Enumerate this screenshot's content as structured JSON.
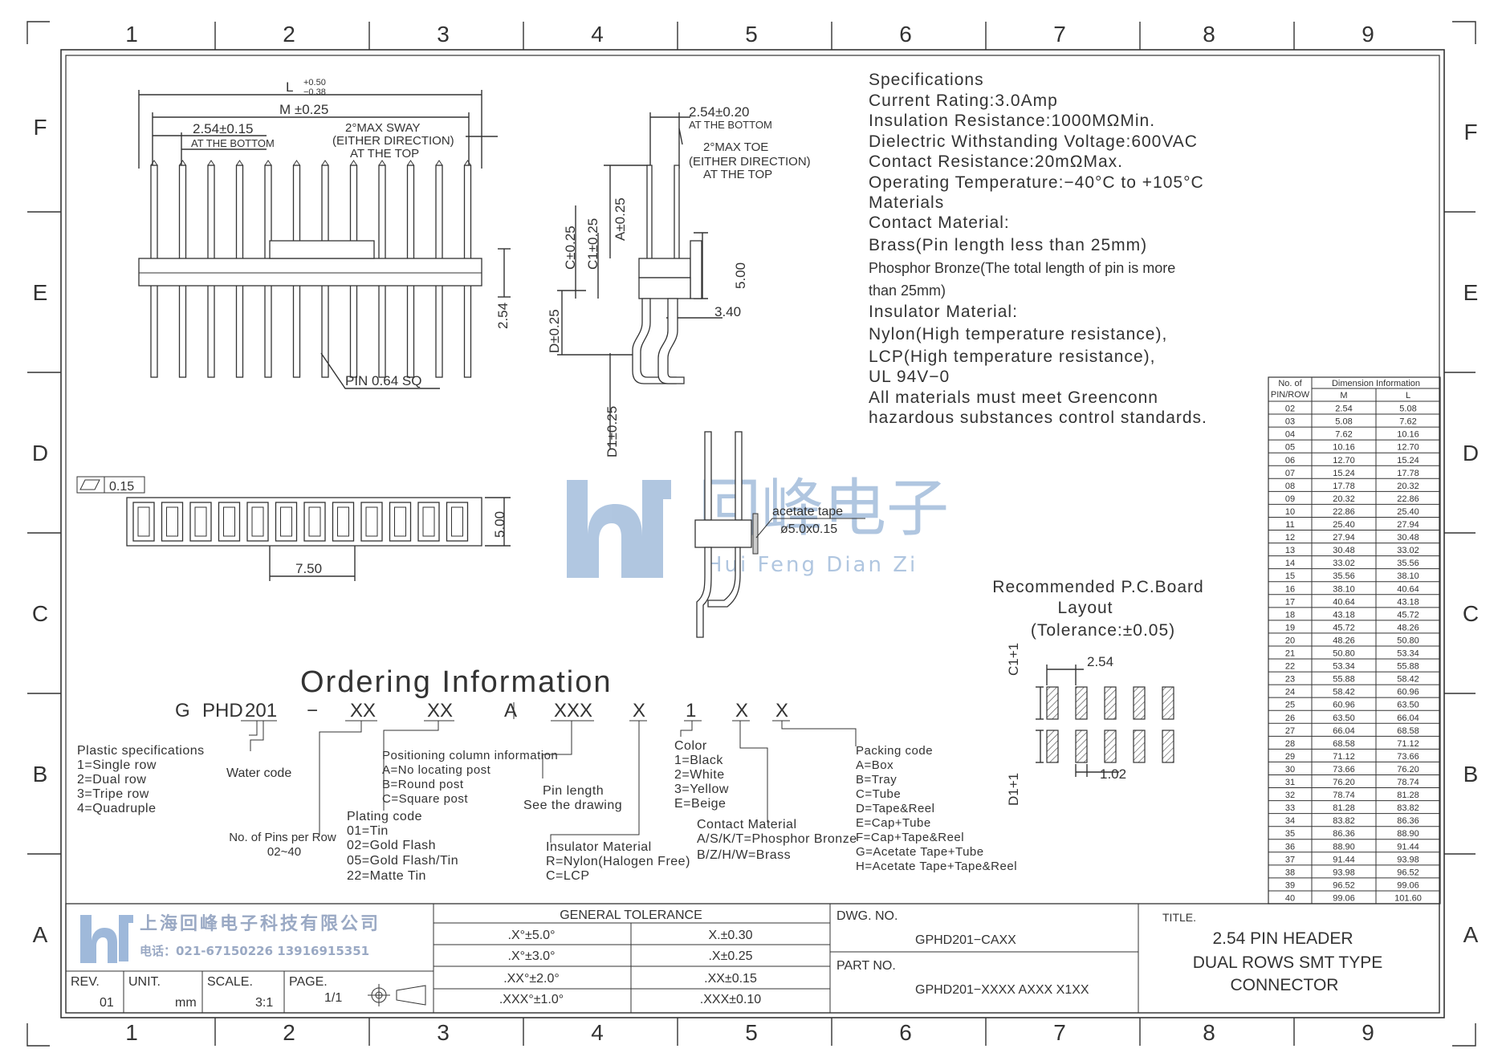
{
  "border": {
    "columns": [
      "1",
      "2",
      "3",
      "4",
      "5",
      "6",
      "7",
      "8",
      "9"
    ],
    "rows": [
      "F",
      "E",
      "D",
      "C",
      "B",
      "A"
    ]
  },
  "front_view": {
    "dim_L": "L",
    "dim_L_tol_plus": "+0.50",
    "dim_L_tol_minus": "−0.38",
    "dim_M": "M ±0.25",
    "dim_pitch": "2.54±0.15",
    "dim_pitch_note": "AT THE BOTTOM",
    "sway_1": "2°MAX SWAY",
    "sway_2": "(EITHER DIRECTION)",
    "sway_3": "AT THE TOP",
    "dim_254": "2.54",
    "pin_note": "PIN 0.64 SQ"
  },
  "side_view": {
    "dim_pitch": "2.54±0.20",
    "dim_pitch_note": "AT THE BOTTOM",
    "toe_1": "2°MAX TOE",
    "toe_2": "(EITHER DIRECTION)",
    "toe_3": "AT THE TOP",
    "dim_A": "A±0.25",
    "dim_C": "C±0.25",
    "dim_C1": "C1±0.25",
    "dim_D": "D±0.25",
    "dim_D1": "D1±0.25",
    "dim_500": "5.00",
    "dim_340": "3.40"
  },
  "bottom_view": {
    "flatness_value": "0.15",
    "dim_500": "5.00",
    "dim_750": "7.50"
  },
  "tape_view": {
    "label_1": "acetate tape",
    "label_2": "ø5.0x0.15"
  },
  "watermark": {
    "cn": "回峰电子",
    "en": "Hui Feng Dian Zi"
  },
  "specifications": [
    "Specifications",
    "Current Rating:3.0Amp",
    "Insulation Resistance:1000MΩMin.",
    "Dielectric Withstanding Voltage:600VAC",
    "Contact Resistance:20mΩMax.",
    "Operating Temperature:−40°C to +105°C",
    "Materials",
    "Contact Material:",
    "Brass(Pin length less than 25mm)",
    "Phosphor Bronze(The total length of pin is more",
    "than 25mm)",
    "Insulator Material:",
    "Nylon(High temperature resistance),",
    "LCP(High temperature resistance),",
    "UL 94V−0",
    "All materials must meet Greenconn",
    "hazardous substances control standards."
  ],
  "dimension_table": {
    "header_pin": "No. of",
    "header_pin2": "PIN/ROW",
    "header_dim": "Dimension Information",
    "col_M": "M",
    "col_L": "L",
    "rows": [
      [
        "02",
        "2.54",
        "5.08"
      ],
      [
        "03",
        "5.08",
        "7.62"
      ],
      [
        "04",
        "7.62",
        "10.16"
      ],
      [
        "05",
        "10.16",
        "12.70"
      ],
      [
        "06",
        "12.70",
        "15.24"
      ],
      [
        "07",
        "15.24",
        "17.78"
      ],
      [
        "08",
        "17.78",
        "20.32"
      ],
      [
        "09",
        "20.32",
        "22.86"
      ],
      [
        "10",
        "22.86",
        "25.40"
      ],
      [
        "11",
        "25.40",
        "27.94"
      ],
      [
        "12",
        "27.94",
        "30.48"
      ],
      [
        "13",
        "30.48",
        "33.02"
      ],
      [
        "14",
        "33.02",
        "35.56"
      ],
      [
        "15",
        "35.56",
        "38.10"
      ],
      [
        "16",
        "38.10",
        "40.64"
      ],
      [
        "17",
        "40.64",
        "43.18"
      ],
      [
        "18",
        "43.18",
        "45.72"
      ],
      [
        "19",
        "45.72",
        "48.26"
      ],
      [
        "20",
        "48.26",
        "50.80"
      ],
      [
        "21",
        "50.80",
        "53.34"
      ],
      [
        "22",
        "53.34",
        "55.88"
      ],
      [
        "23",
        "55.88",
        "58.42"
      ],
      [
        "24",
        "58.42",
        "60.96"
      ],
      [
        "25",
        "60.96",
        "63.50"
      ],
      [
        "26",
        "63.50",
        "66.04"
      ],
      [
        "27",
        "66.04",
        "68.58"
      ],
      [
        "28",
        "68.58",
        "71.12"
      ],
      [
        "29",
        "71.12",
        "73.66"
      ],
      [
        "30",
        "73.66",
        "76.20"
      ],
      [
        "31",
        "76.20",
        "78.74"
      ],
      [
        "32",
        "78.74",
        "81.28"
      ],
      [
        "33",
        "81.28",
        "83.82"
      ],
      [
        "34",
        "83.82",
        "86.36"
      ],
      [
        "35",
        "86.36",
        "88.90"
      ],
      [
        "36",
        "88.90",
        "91.44"
      ],
      [
        "37",
        "91.44",
        "93.98"
      ],
      [
        "38",
        "93.98",
        "96.52"
      ],
      [
        "39",
        "96.52",
        "99.06"
      ],
      [
        "40",
        "99.06",
        "101.60"
      ]
    ]
  },
  "pcb_layout": {
    "title_1": "Recommended P.C.Board",
    "title_2": "Layout",
    "title_3": "(Tolerance:±0.05)",
    "dim_C1": "C1+1",
    "dim_D1": "D1+1",
    "dim_pitch": "2.54",
    "dim_pad": "1.02"
  },
  "ordering": {
    "title": "Ordering Information",
    "code": [
      "G",
      "PHD",
      "201",
      "−",
      "XX",
      "XX",
      "A",
      "XXX",
      "X",
      "1",
      "X",
      "X"
    ],
    "plastic": [
      "Plastic specifications",
      "1=Single row",
      "2=Dual row",
      "3=Tripe row",
      "4=Quadruple"
    ],
    "water": "Water code",
    "pins": [
      "No. of Pins per Row",
      "02~40"
    ],
    "plating": [
      "Plating code",
      "01=Tin",
      "02=Gold Flash",
      "05=Gold Flash/Tin",
      "22=Matte Tin"
    ],
    "positioning": [
      "Positioning column information",
      "A=No locating post",
      "B=Round post",
      "C=Square post"
    ],
    "pin_length": [
      "Pin length",
      "See the drawing"
    ],
    "insulator": [
      "Insulator Material",
      "R=Nylon(Halogen Free)",
      "C=LCP"
    ],
    "color": [
      "Color",
      "1=Black",
      "2=White",
      "3=Yellow",
      "E=Beige"
    ],
    "contact": [
      "Contact Material",
      "A/S/K/T=Phosphor Bronze",
      "B/Z/H/W=Brass"
    ],
    "packing": [
      "Packing code",
      "A=Box",
      "B=Tray",
      "C=Tube",
      "D=Tape&Reel",
      "E=Cap+Tube",
      "F=Cap+Tape&Reel",
      "G=Acetate Tape+Tube",
      "H=Acetate Tape+Tape&Reel"
    ]
  },
  "title_block": {
    "company": "上海回峰电子科技有限公司",
    "phone": "电话：021-67150226  13916915351",
    "rev_label": "REV.",
    "rev": "01",
    "unit_label": "UNIT.",
    "unit": "mm",
    "scale_label": "SCALE.",
    "scale": "3:1",
    "page_label": "PAGE.",
    "page": "1/1",
    "tolerance_title": "GENERAL TOLERANCE",
    "tolerance_rows": [
      [
        ".X°±5.0°",
        "X.±0.30"
      ],
      [
        ".X°±3.0°",
        ".X±0.25"
      ],
      [
        ".XX°±2.0°",
        ".XX±0.15"
      ],
      [
        ".XXX°±1.0°",
        ".XXX±0.10"
      ]
    ],
    "dwg_label": "DWG. NO.",
    "dwg": "GPHD201−CAXX",
    "part_label": "PART NO.",
    "part": "GPHD201−XXXX AXXX X1XX",
    "title_label": "TITLE.",
    "title_1": "2.54 PIN HEADER",
    "title_2": "DUAL ROWS SMT TYPE",
    "title_3": "CONNECTOR"
  }
}
